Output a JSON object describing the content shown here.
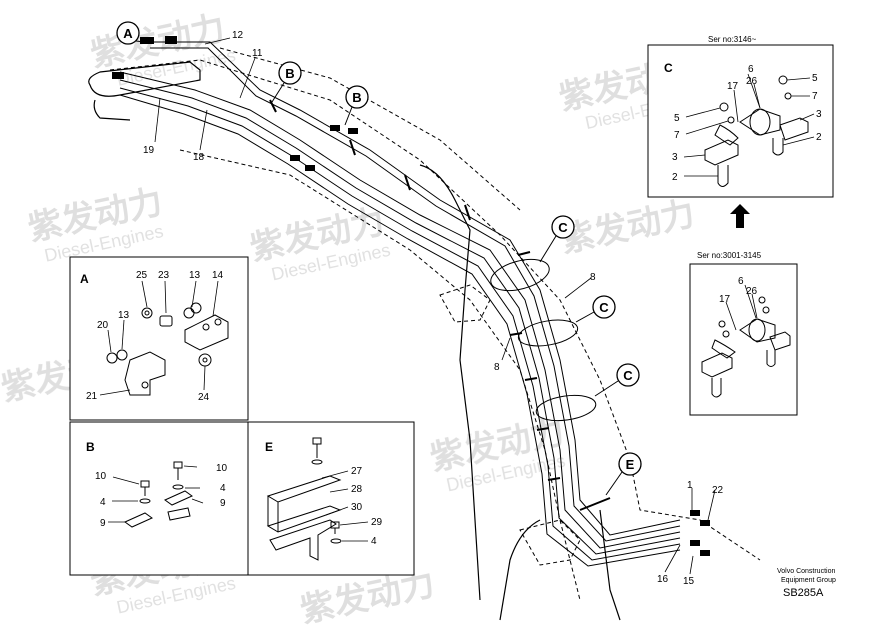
{
  "watermark": {
    "cn": "紫发动力",
    "en": "Diesel-Engines"
  },
  "callouts": [
    {
      "id": "A"
    },
    {
      "id": "B"
    },
    {
      "id": "B"
    },
    {
      "id": "C"
    },
    {
      "id": "C"
    },
    {
      "id": "C"
    },
    {
      "id": "E"
    }
  ],
  "main_labels": [
    "12",
    "11",
    "19",
    "18",
    "8",
    "8",
    "1",
    "22",
    "16",
    "15"
  ],
  "panels": {
    "A": {
      "title": "A",
      "labels": [
        "25",
        "23",
        "13",
        "14",
        "20",
        "13",
        "21",
        "24"
      ]
    },
    "B": {
      "title": "B",
      "labels": [
        "10",
        "10",
        "4",
        "4",
        "9",
        "9"
      ]
    },
    "E": {
      "title": "E",
      "labels": [
        "27",
        "28",
        "30",
        "29",
        "4"
      ]
    },
    "C_new": {
      "title": "C",
      "serial": "Ser no:3146~",
      "labels": [
        "6",
        "26",
        "5",
        "17",
        "7",
        "5",
        "7",
        "3",
        "3",
        "2",
        "2"
      ]
    },
    "C_old": {
      "serial": "Ser no:3001-3145",
      "labels": [
        "6",
        "26",
        "17"
      ]
    }
  },
  "footer": {
    "line1": "Volvo Construction",
    "line2": "Equipment Group",
    "code": "SB285A"
  }
}
